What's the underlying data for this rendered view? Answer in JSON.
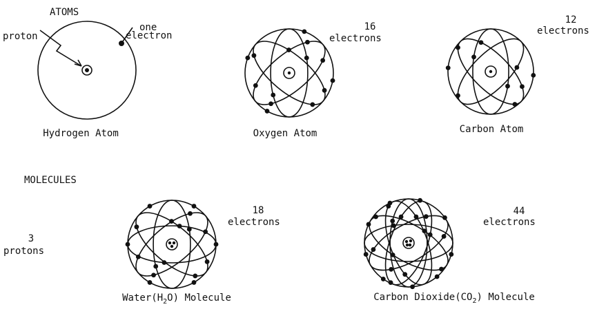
{
  "atoms_heading": "ATOMS",
  "molecules_heading": "MOLECULES",
  "hydrogen": {
    "proton_label": "proton",
    "electron_label_1": "one",
    "electron_label_2": "electron",
    "caption": "Hydrogen Atom"
  },
  "oxygen": {
    "count": "16",
    "unit": "electrons",
    "caption": "Oxygen Atom"
  },
  "carbon": {
    "count": "12",
    "unit": "electrons",
    "caption": "Carbon Atom"
  },
  "water": {
    "count": "18",
    "unit": "electrons",
    "protons_count": "3",
    "protons_label": "protons",
    "caption_pre": "Water(H",
    "caption_sub": "2",
    "caption_post": "O) Molecule"
  },
  "co2": {
    "count": "44",
    "unit": "electrons",
    "caption_pre": "Carbon Dioxide(CO",
    "caption_sub": "2",
    "caption_post": ") Molecule"
  },
  "colors": {
    "ink": "#111111",
    "paper": "#ffffff"
  }
}
